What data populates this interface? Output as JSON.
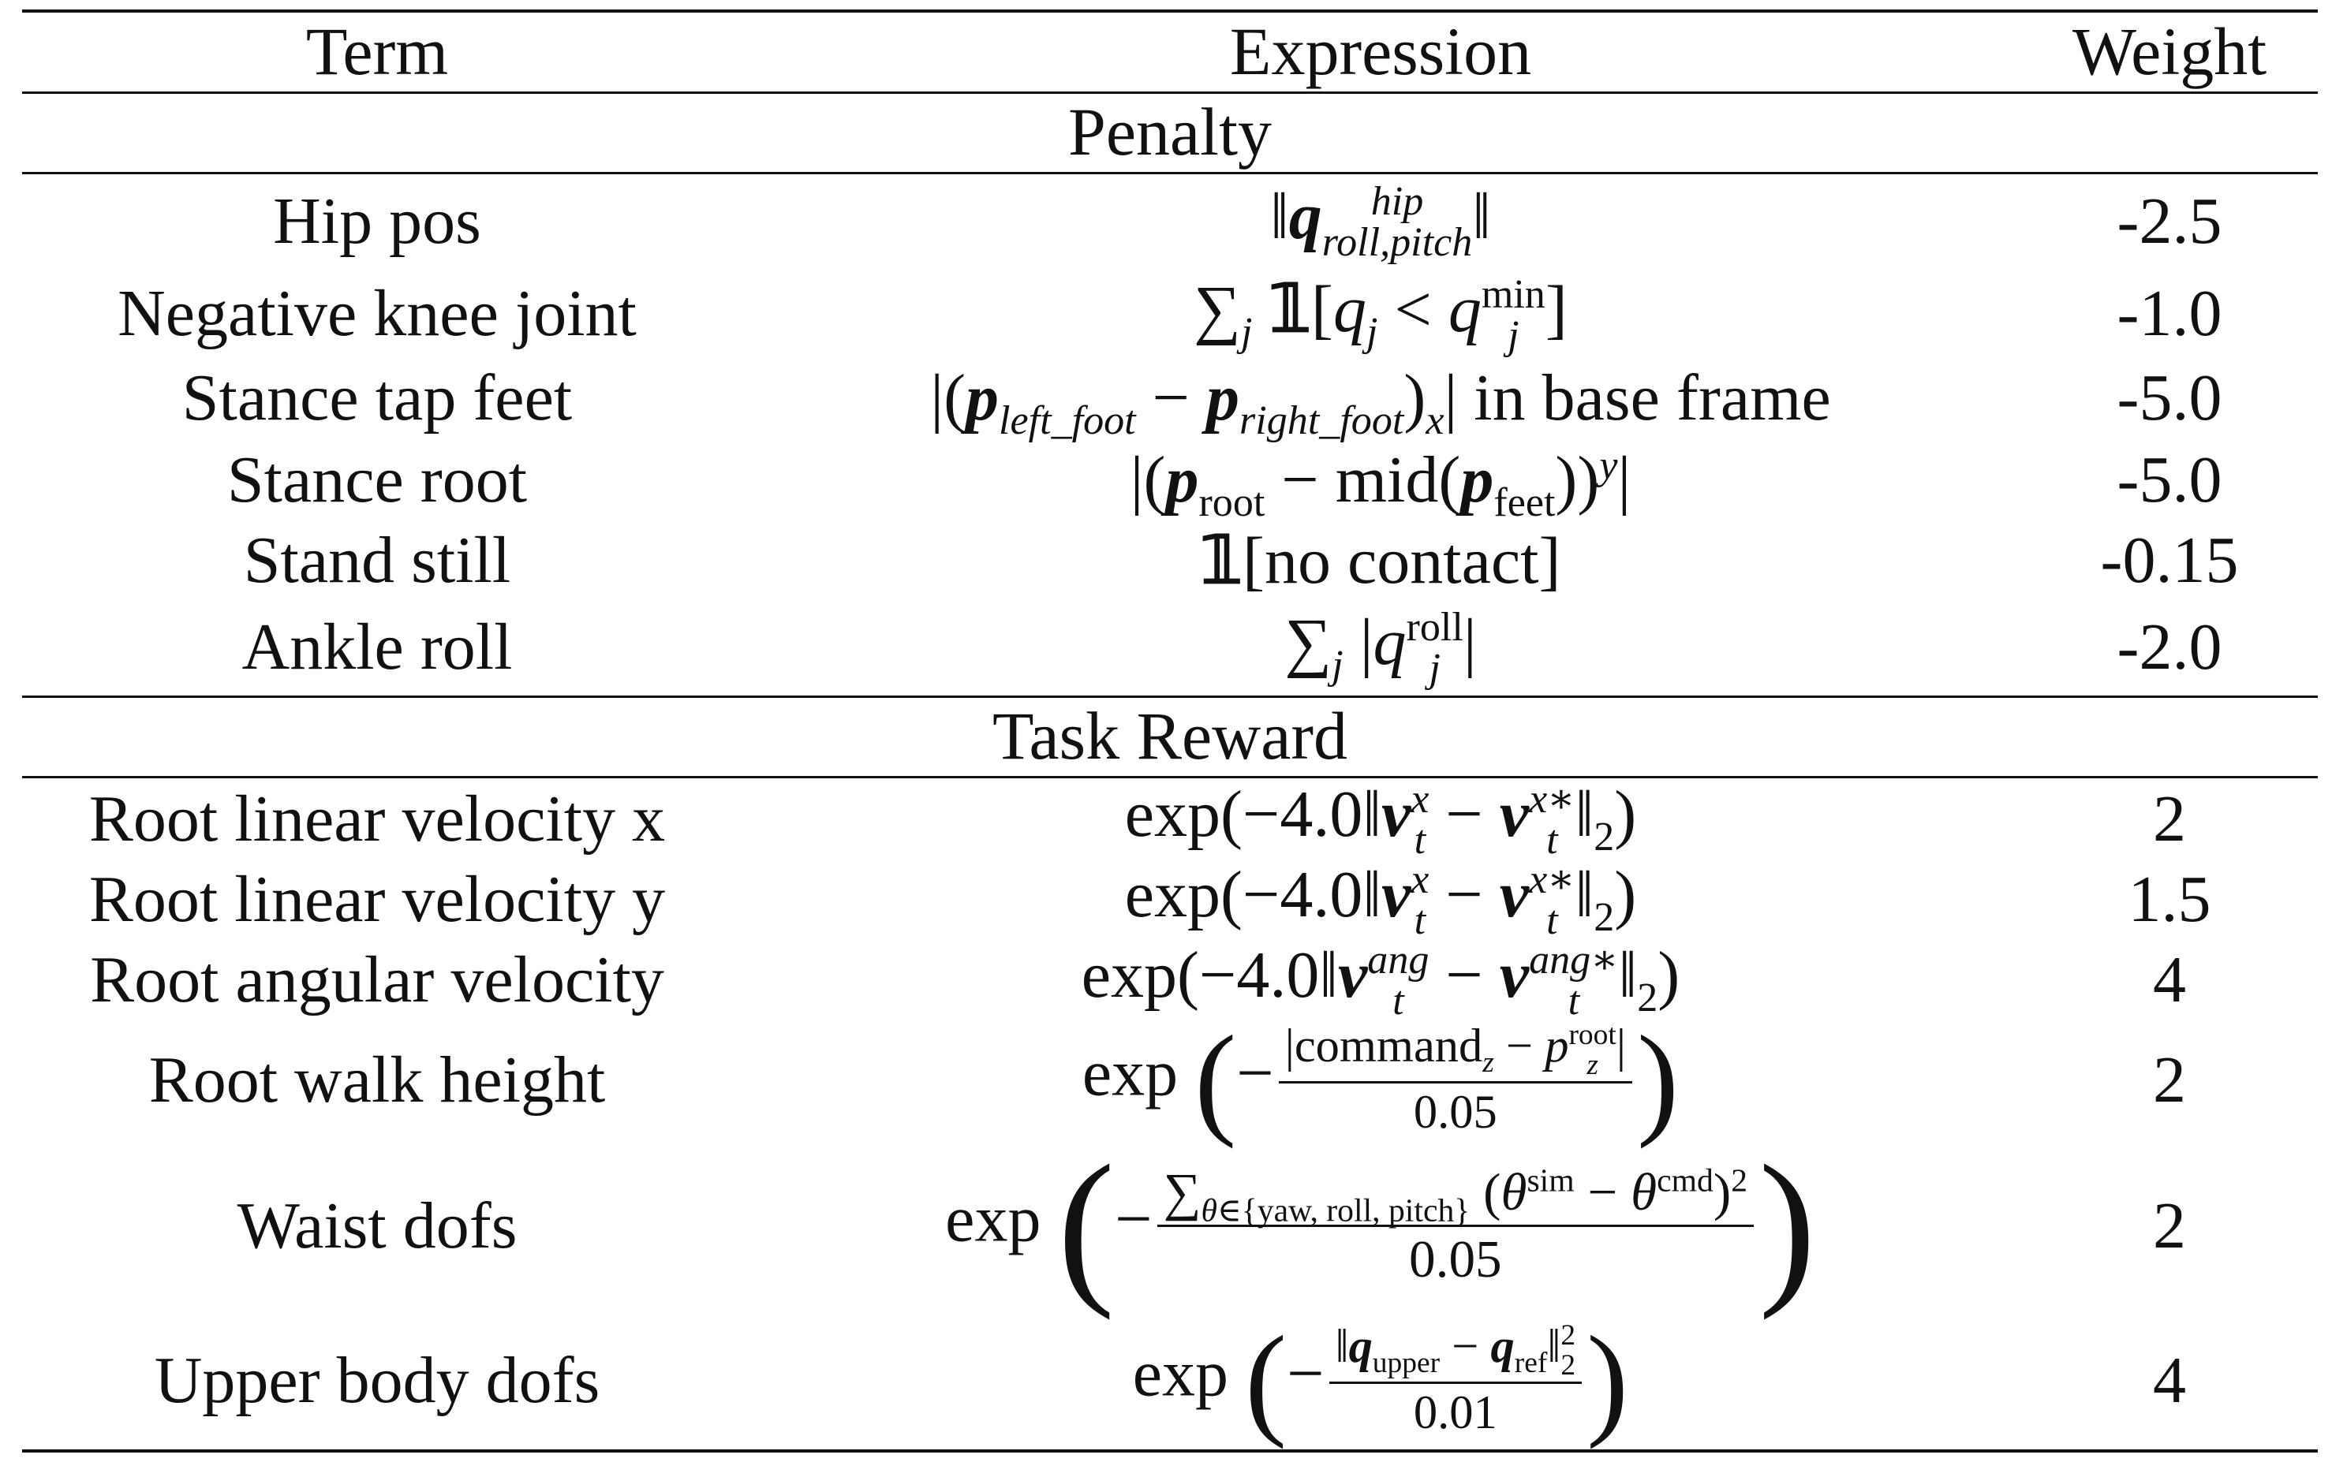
{
  "header": {
    "term": "Term",
    "expression": "Expression",
    "weight": "Weight"
  },
  "sections": {
    "penalty": "Penalty",
    "task": "Task Reward"
  },
  "rows": [
    {
      "term": "Hip pos",
      "weight": "-2.5"
    },
    {
      "term": "Negative knee joint",
      "weight": "-1.0"
    },
    {
      "term": "Stance tap feet",
      "weight": "-5.0",
      "suffix": "in base frame"
    },
    {
      "term": "Stance root",
      "weight": "-5.0"
    },
    {
      "term": "Stand still",
      "weight": "-0.15",
      "text": "no contact"
    },
    {
      "term": "Ankle roll",
      "weight": "-2.0"
    },
    {
      "term": "Root linear velocity x",
      "weight": "2"
    },
    {
      "term": "Root linear velocity y",
      "weight": "1.5"
    },
    {
      "term": "Root angular velocity",
      "weight": "4"
    },
    {
      "term": "Root walk height",
      "weight": "2",
      "den": "0.05"
    },
    {
      "term": "Waist dofs",
      "weight": "2",
      "den": "0.05"
    },
    {
      "term": "Upper body dofs",
      "weight": "4",
      "den": "0.01"
    }
  ]
}
